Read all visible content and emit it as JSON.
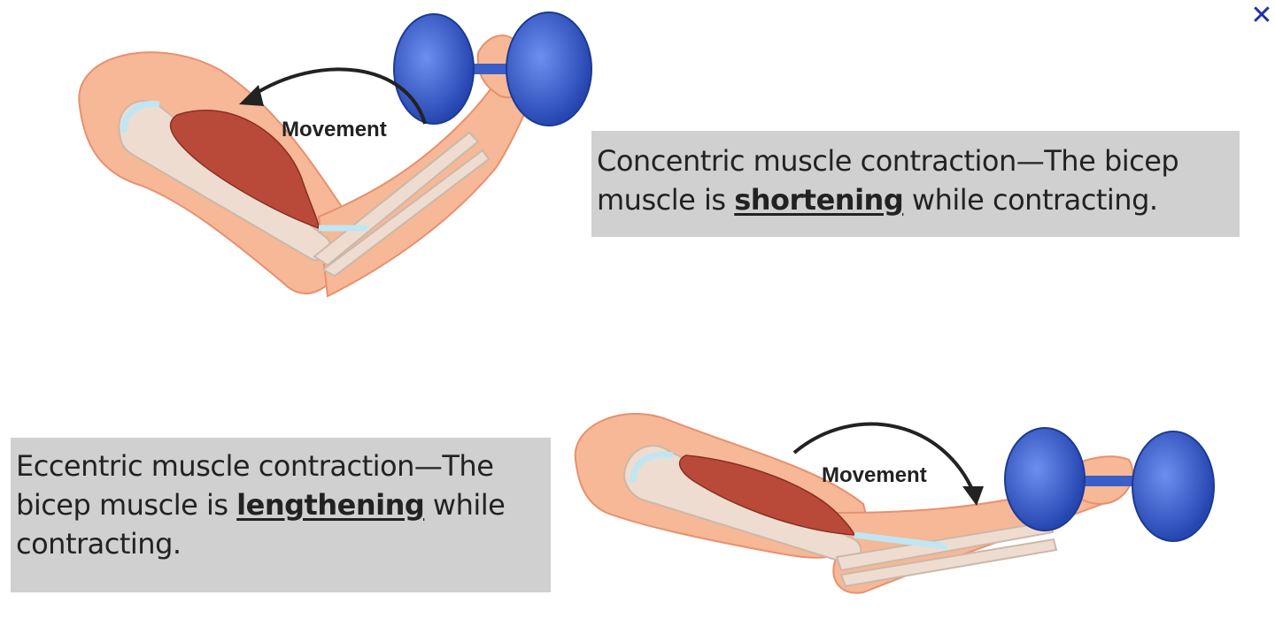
{
  "close_button": {
    "icon": "close-icon",
    "symbol": "✕",
    "color": "#1f2fb5"
  },
  "concentric": {
    "movement_label": "Movement",
    "caption_before": "Concentric muscle contraction—The bicep muscle is ",
    "caption_keyword": "shortening",
    "caption_after": " while contracting."
  },
  "eccentric": {
    "movement_label": "Movement",
    "caption_before": "Eccentric muscle contraction—The bicep muscle is ",
    "caption_keyword": "lengthening",
    "caption_after": " while contracting."
  },
  "colors": {
    "skin": "#f6b896",
    "skin_edge": "#e8906e",
    "bone": "#efdcd0",
    "muscle": "#b94a3a",
    "tendon": "#bfe6f2",
    "dumbbell": "#3a5fc8",
    "caption_bg": "#d0d0d0"
  }
}
